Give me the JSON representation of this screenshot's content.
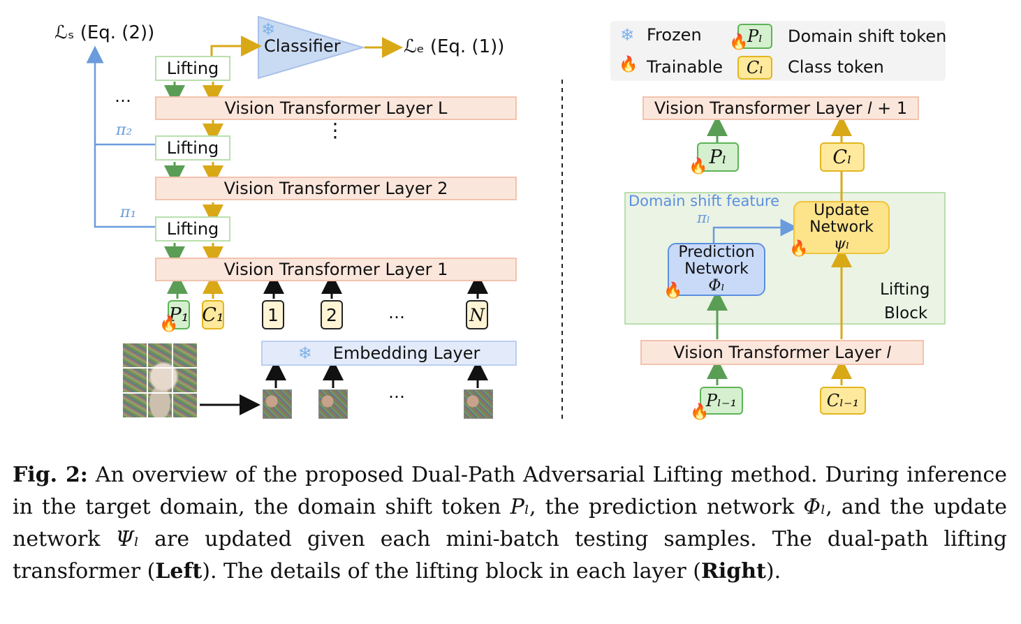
{
  "left": {
    "loss_s": "ℒₛ (Eq. (2))",
    "loss_e": "ℒₑ (Eq. (1))",
    "classifier": "Classifier",
    "vit_L": "Vision Transformer Layer L",
    "vit_2": "Vision Transformer Layer 2",
    "vit_1": "Vision Transformer Layer 1",
    "lifting": "Lifting",
    "pi1": "π₁",
    "pi2": "π₂",
    "ellipsis": "…",
    "vdots": "⋮",
    "p1": "P₁",
    "c1": "C₁",
    "tok1": "1",
    "tok2": "2",
    "tokN": "N",
    "embedding": "Embedding Layer"
  },
  "right": {
    "legend": {
      "frozen": "Frozen",
      "trainable": "Trainable",
      "pl": "Pₗ",
      "cl": "Cₗ",
      "domain_shift_token": "Domain shift token",
      "class_token": "Class token"
    },
    "vit_l1": "Vision Transformer Layer 𝑙 + 1",
    "vit_l": "Vision Transformer Layer 𝑙",
    "pl": "Pₗ",
    "cl": "Cₗ",
    "pl_prev": "Pₗ₋₁",
    "cl_prev": "Cₗ₋₁",
    "domain_shift_feature": "Domain shift feature",
    "pi_l": "πₗ",
    "update_1": "Update",
    "update_2": "Network",
    "update_3": "ψₗ",
    "pred_1": "Prediction",
    "pred_2": "Network",
    "pred_3": "Φₗ",
    "lifting_block_1": "Lifting",
    "lifting_block_2": "Block"
  },
  "caption": {
    "label": "Fig. 2:",
    "text1": " An overview of the proposed Dual-Path Adversarial Lifting method. During inference in the target domain, the domain shift token ",
    "pl": "Pₗ",
    "text2": ", the prediction network ",
    "phi": "Φₗ",
    "text3": ", and the update network ",
    "psi": "Ψₗ",
    "text4": " are updated given each mini-batch testing samples. The dual-path lifting transformer (",
    "left_bold": "Left",
    "text5": "). The details of the lifting block in each layer (",
    "right_bold": "Right",
    "text6": ")."
  }
}
